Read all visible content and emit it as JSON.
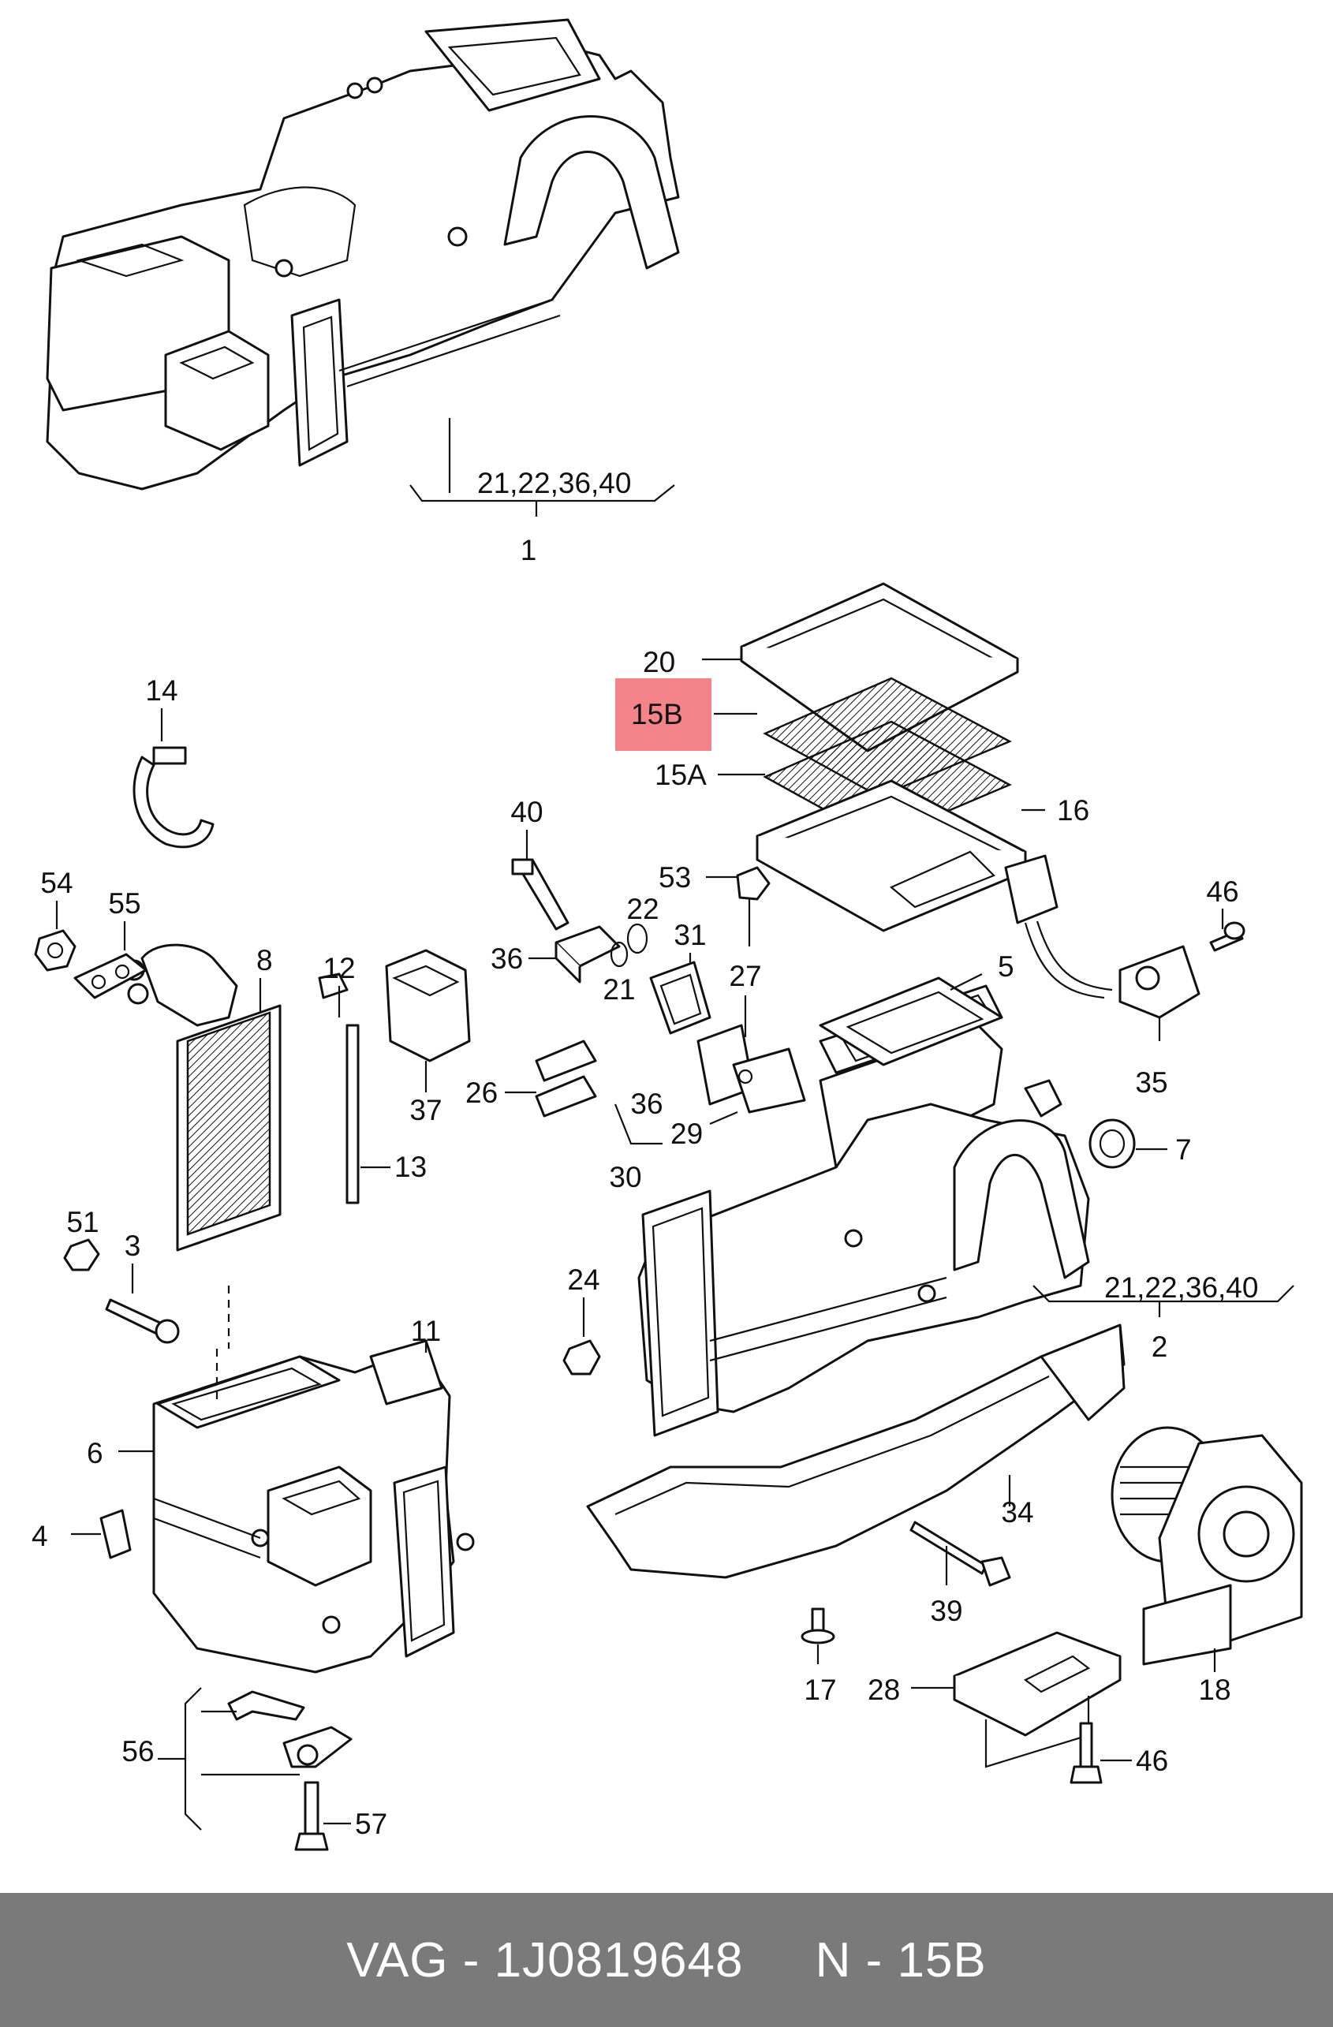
{
  "labels": {
    "l1": "1",
    "l2": "2",
    "l3": "3",
    "l4": "4",
    "l5": "5",
    "l6": "6",
    "l7": "7",
    "l8": "8",
    "l11": "11",
    "l12": "12",
    "l13": "13",
    "l14": "14",
    "l15a": "15A",
    "l15b": "15B",
    "l16": "16",
    "l17": "17",
    "l18": "18",
    "l20": "20",
    "l21": "21",
    "l21group_top": "21,22,36,40",
    "l21group_mid": "21,22,36,40",
    "l22": "22",
    "l24": "24",
    "l26": "26",
    "l27": "27",
    "l28": "28",
    "l29": "29",
    "l30": "30",
    "l31": "31",
    "l34": "34",
    "l35": "35",
    "l36a": "36",
    "l36b": "36",
    "l37": "37",
    "l39": "39",
    "l40": "40",
    "l46a": "46",
    "l46b": "46",
    "l51": "51",
    "l53": "53",
    "l54": "54",
    "l55": "55",
    "l56": "56",
    "l57": "57"
  },
  "highlight": {
    "part": "15B",
    "color": "#f4848a"
  },
  "footer": {
    "text": "VAG - 1J0819648     N - 15B",
    "background": "#7a7a7a"
  }
}
